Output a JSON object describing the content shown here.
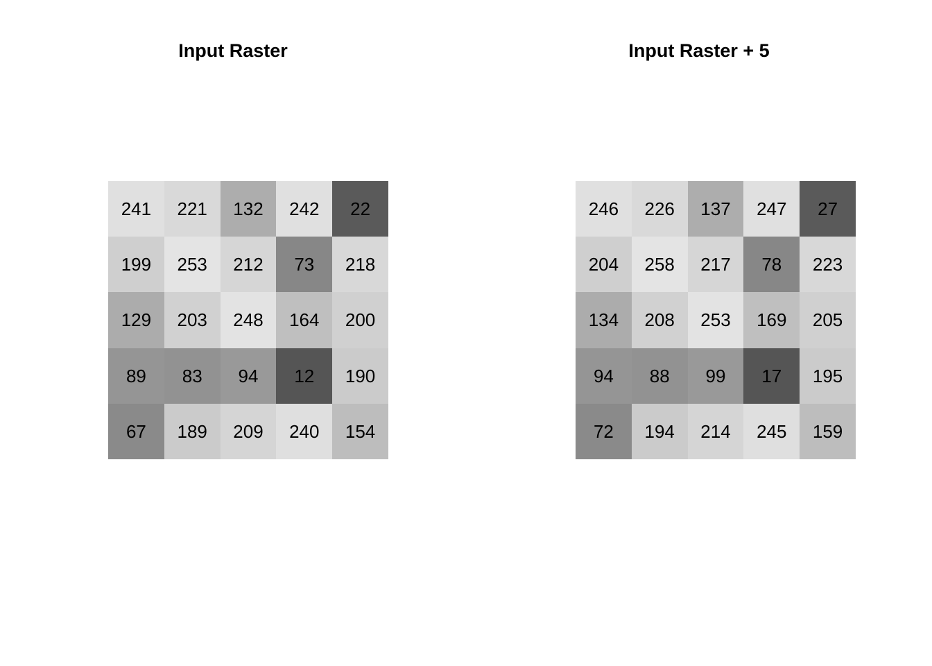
{
  "figure": {
    "background_color": "#ffffff",
    "text_color": "#000000",
    "panel_count": 2
  },
  "panels": [
    {
      "id": "input-raster",
      "title": "Input Raster"
    },
    {
      "id": "input-raster-plus-5",
      "title": "Input Raster + 5"
    }
  ],
  "chart_data": [
    {
      "type": "heatmap",
      "title": "Input Raster",
      "xlabel": "",
      "ylabel": "",
      "rows": 5,
      "cols": 5,
      "grid": true,
      "legend": "none",
      "colormap": "grayscale",
      "cell_labels": true,
      "zlim": [
        12,
        253
      ],
      "values": [
        [
          241,
          221,
          132,
          242,
          22
        ],
        [
          199,
          253,
          212,
          73,
          218
        ],
        [
          129,
          203,
          248,
          164,
          200
        ],
        [
          89,
          83,
          94,
          12,
          190
        ],
        [
          67,
          189,
          209,
          240,
          154
        ]
      ],
      "cell_colors": [
        [
          "#e0e0e0",
          "#d9d9d9",
          "#adadad",
          "#e0e0e0",
          "#5a5a5a"
        ],
        [
          "#cfcfcf",
          "#e4e4e4",
          "#d6d6d6",
          "#878787",
          "#d8d8d8"
        ],
        [
          "#acacac",
          "#d1d1d1",
          "#e3e3e3",
          "#bfbfbf",
          "#d0d0d0"
        ],
        [
          "#959595",
          "#929292",
          "#999999",
          "#555555",
          "#cbcbcb"
        ],
        [
          "#8a8a8a",
          "#cbcbcb",
          "#d5d5d5",
          "#dfdfdf",
          "#bdbdbd"
        ]
      ]
    },
    {
      "type": "heatmap",
      "title": "Input Raster + 5",
      "xlabel": "",
      "ylabel": "",
      "rows": 5,
      "cols": 5,
      "grid": true,
      "legend": "none",
      "colormap": "grayscale",
      "cell_labels": true,
      "zlim": [
        17,
        258
      ],
      "values": [
        [
          246,
          226,
          137,
          247,
          27
        ],
        [
          204,
          258,
          217,
          78,
          223
        ],
        [
          134,
          208,
          253,
          169,
          205
        ],
        [
          94,
          88,
          99,
          17,
          195
        ],
        [
          72,
          194,
          214,
          245,
          159
        ]
      ],
      "cell_colors": [
        [
          "#e0e0e0",
          "#d9d9d9",
          "#adadad",
          "#e0e0e0",
          "#5a5a5a"
        ],
        [
          "#cfcfcf",
          "#e4e4e4",
          "#d6d6d6",
          "#878787",
          "#d8d8d8"
        ],
        [
          "#acacac",
          "#d1d1d1",
          "#e3e3e3",
          "#bfbfbf",
          "#d0d0d0"
        ],
        [
          "#959595",
          "#929292",
          "#999999",
          "#555555",
          "#cbcbcb"
        ],
        [
          "#8a8a8a",
          "#cbcbcb",
          "#d5d5d5",
          "#dfdfdf",
          "#bdbdbd"
        ]
      ]
    }
  ]
}
